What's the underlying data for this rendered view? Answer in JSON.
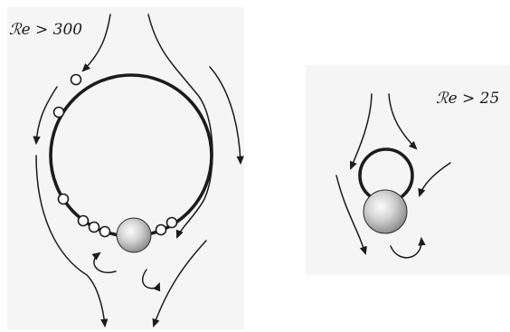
{
  "panels": [
    {
      "id": "left",
      "label": "ℛe > 300"
    },
    {
      "id": "right",
      "label": "ℛe > 25"
    }
  ]
}
